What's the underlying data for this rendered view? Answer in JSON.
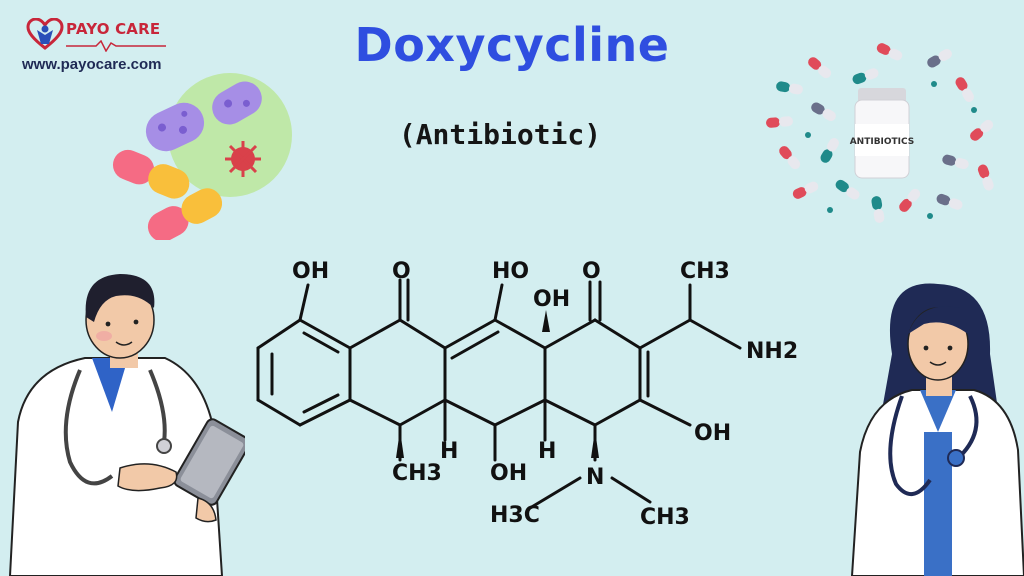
{
  "brand": {
    "name": "PAYO CARE",
    "website": "www.payocare.com"
  },
  "header": {
    "title": "Doxycycline",
    "subtitle": "(Antibiotic)"
  },
  "bottle": {
    "label": "ANTIBIOTICS"
  },
  "structure": {
    "labels": {
      "oh_top_left": "OH",
      "o_top_1": "O",
      "ho_top": "HO",
      "o_top_2": "O",
      "ch3_top": "CH3",
      "oh_center": "OH",
      "nh2": "NH2",
      "oh_right": "OH",
      "ch3_bottom": "CH3",
      "h_left": "H",
      "oh_bottom": "OH",
      "h_right": "H",
      "n": "N",
      "h3c": "H3C",
      "ch3_n": "CH3"
    }
  },
  "colors": {
    "background": "#d3eef0",
    "title": "#2f4ee0",
    "brand": "#c8263a"
  }
}
